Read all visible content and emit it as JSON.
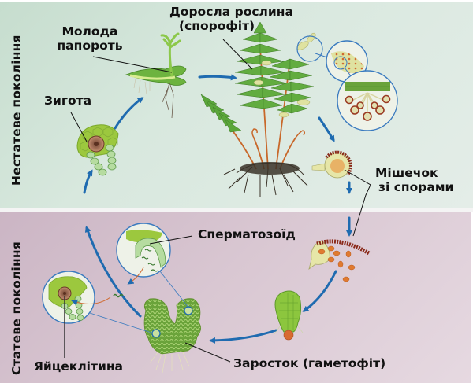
{
  "diagram": {
    "title": "Fern life cycle (alternation of generations)",
    "sections": {
      "asexual_generation": {
        "label": "Нестатеве покоління",
        "background": "#d2e4d8"
      },
      "sexual_generation": {
        "label": "Статеве покоління",
        "background": "#d6c3cf"
      }
    },
    "labels": {
      "young_fern_line1": "Молода",
      "young_fern_line2": "папороть",
      "adult_plant_line1": "Доросла рослина",
      "adult_plant_line2": "(спорофіт)",
      "zygote": "Зигота",
      "sporangium_line1": "Мішечок",
      "sporangium_line2": "зі спорами",
      "spermatozoid": "Сперматозоїд",
      "egg_cell": "Яйцеклітина",
      "prothallus": "Заросток (гаметофіт)"
    },
    "colors": {
      "arrow": "#1f6bb0",
      "leaf_green": "#5aa63a",
      "light_green": "#a8d060",
      "stem_orange": "#c8682a",
      "spore_orange": "#e07a30",
      "sporangium_wall": "#8a2a1a",
      "circle_outline": "#3a7abf"
    }
  }
}
